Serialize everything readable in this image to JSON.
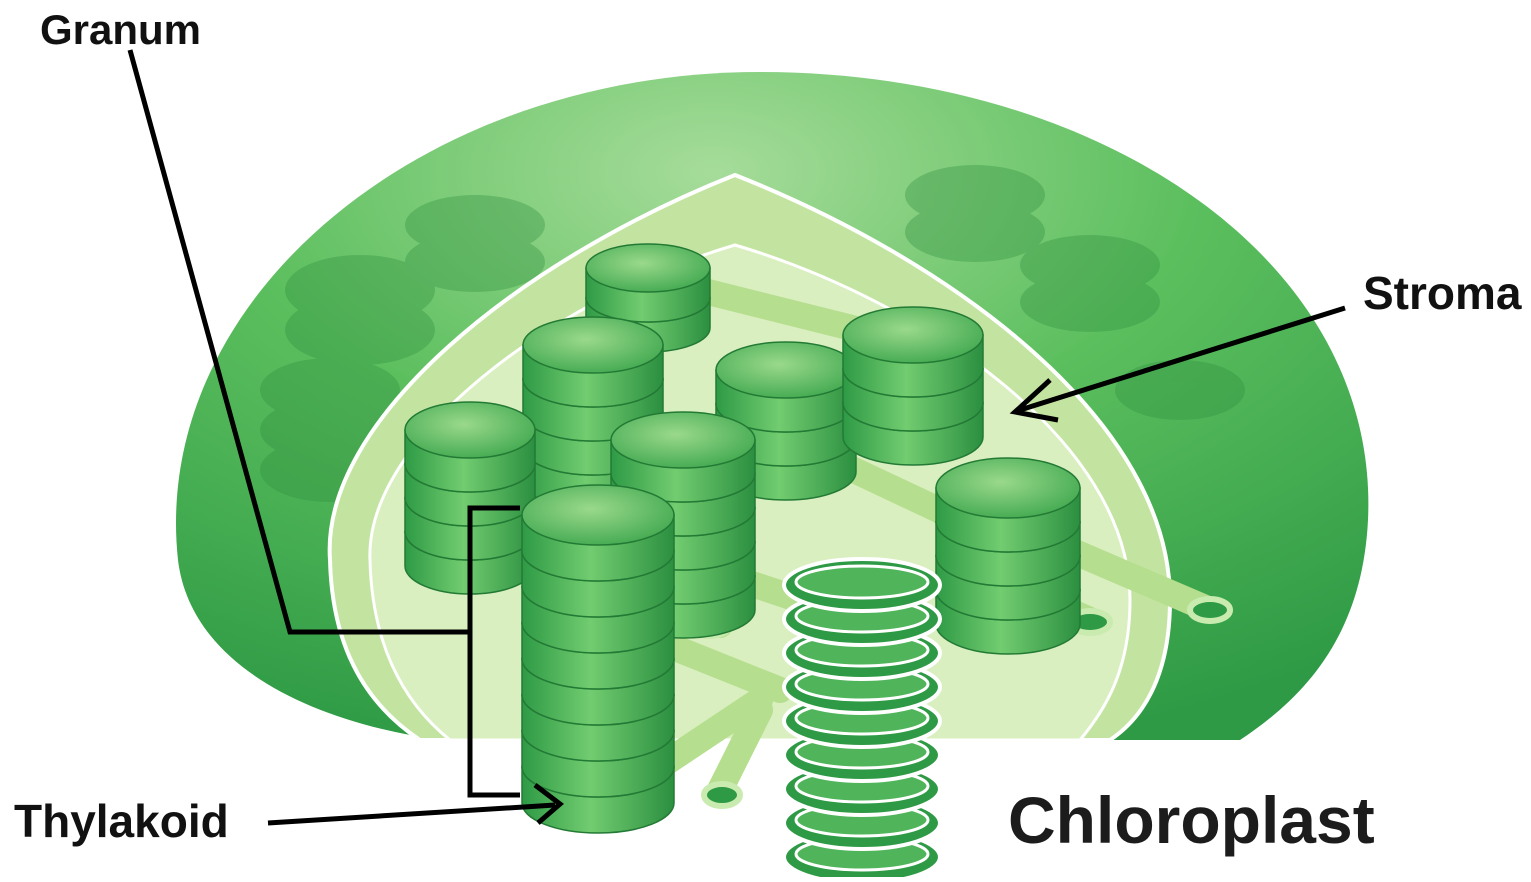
{
  "labels": {
    "granum": "Granum",
    "stroma": "Stroma",
    "thylakoid": "Thylakoid",
    "chloroplast": "Chloroplast"
  },
  "colors": {
    "outer_membrane": "#3fae4e",
    "outer_membrane_light": "#8fd08a",
    "inner_membrane": "#c7e6a5",
    "stroma": "#d9efbf",
    "thylakoid_dark": "#2e9a45",
    "thylakoid_light": "#6cc96d",
    "leader_line": "#000000"
  }
}
